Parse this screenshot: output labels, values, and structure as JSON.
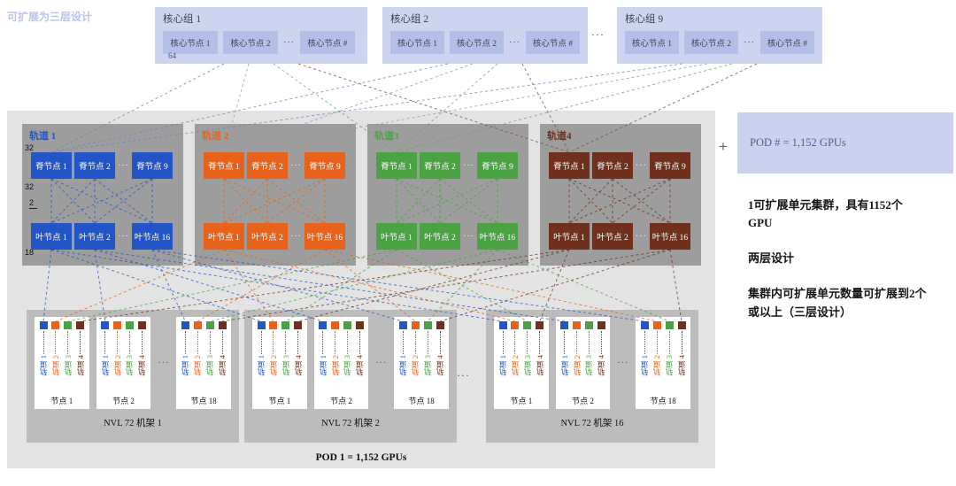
{
  "page": {
    "top_left_note": "可扩展为三层设计",
    "ellipsis": "···",
    "plus_sign": "+",
    "pod_bottom_label": "POD 1 = 1,152 GPUs"
  },
  "core": {
    "uplink_count_label": "64",
    "groups": [
      {
        "title": "核心组 1",
        "nodes": [
          "核心节点 1",
          "核心节点 2",
          "核心节点 #"
        ]
      },
      {
        "title": "核心组 2",
        "nodes": [
          "核心节点 1",
          "核心节点 2",
          "核心节点 #"
        ]
      },
      {
        "title": "核心组 9",
        "nodes": [
          "核心节点 1",
          "核心节点 2",
          "核心节点 #"
        ]
      }
    ]
  },
  "rails": [
    {
      "title": "轨道 1",
      "color": "#2355c6",
      "spines": [
        "脊节点 1",
        "脊节点 2",
        "脊节点 9"
      ],
      "leaves": [
        "叶节点 1",
        "叶节点 2",
        "叶节点 16"
      ]
    },
    {
      "title": "轨道 2",
      "color": "#e8621b",
      "spines": [
        "脊节点 1",
        "脊节点 2",
        "脊节点 9"
      ],
      "leaves": [
        "叶节点 1",
        "叶节点 2",
        "叶节点 16"
      ]
    },
    {
      "title": "轨道3",
      "color": "#4aa243",
      "spines": [
        "脊节点 1",
        "脊节点 2",
        "脊节点 9"
      ],
      "leaves": [
        "叶节点 1",
        "叶节点 2",
        "叶节点 16"
      ]
    },
    {
      "title": "轨道4",
      "color": "#6f301e",
      "spines": [
        "脊节点 1",
        "脊节点 2",
        "脊节点 9"
      ],
      "leaves": [
        "叶节点 1",
        "叶节点 2",
        "叶节点 16"
      ]
    }
  ],
  "rail_counts": {
    "spine_uplinks": "32",
    "spine_downlinks": "32",
    "leaf_uplinks": "2",
    "leaf_downlinks": "18"
  },
  "racks": {
    "card_rail_labels": [
      "轨道 1",
      "轨道 2",
      "轨道 3",
      "轨道 4"
    ],
    "list": [
      {
        "label": "NVL 72 机架 1",
        "nodes": [
          "节点 1",
          "节点 2",
          "节点 18"
        ]
      },
      {
        "label": "NVL 72 机架 2",
        "nodes": [
          "节点 1",
          "节点 2",
          "节点 18"
        ]
      },
      {
        "label": "NVL 72 机架 16",
        "nodes": [
          "节点 1",
          "节点 2",
          "节点 18"
        ]
      }
    ]
  },
  "right_panel": {
    "pod_box_label": "POD # = 1,152 GPUs",
    "accent_bg": "#cad2ef",
    "paragraphs": [
      "1可扩展单元集群，具有1152个 GPU",
      "两层设计",
      "集群内可扩展单元数量可扩展到2个或以上（三层设计）"
    ]
  }
}
